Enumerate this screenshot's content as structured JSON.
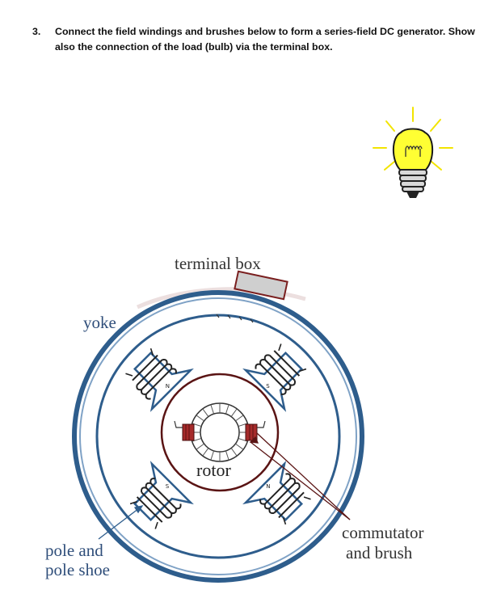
{
  "question": {
    "number": "3.",
    "text": "Connect the field windings and brushes below to form a series-field  DC generator.   Show also the connection of the load (bulb) via the terminal box."
  },
  "labels": {
    "terminal_box": "terminal box",
    "yoke": "yoke",
    "rotor": "rotor",
    "pole_line1": "pole and",
    "pole_line2": "pole shoe",
    "commutator_line1": "commutator",
    "commutator_line2": "and brush"
  },
  "poles": [
    {
      "polarity": "N"
    },
    {
      "polarity": "S"
    },
    {
      "polarity": "S"
    },
    {
      "polarity": "N"
    }
  ],
  "colors": {
    "yoke": "#2e5d8c",
    "rotor": "#5a1414",
    "brush": "#a52a2a",
    "bulb": "#ffff33",
    "rays": "#f2e400",
    "label_blue": "#2f4e7a",
    "box_fill": "#cfcfcf",
    "box_stroke": "#7a1f1f"
  }
}
